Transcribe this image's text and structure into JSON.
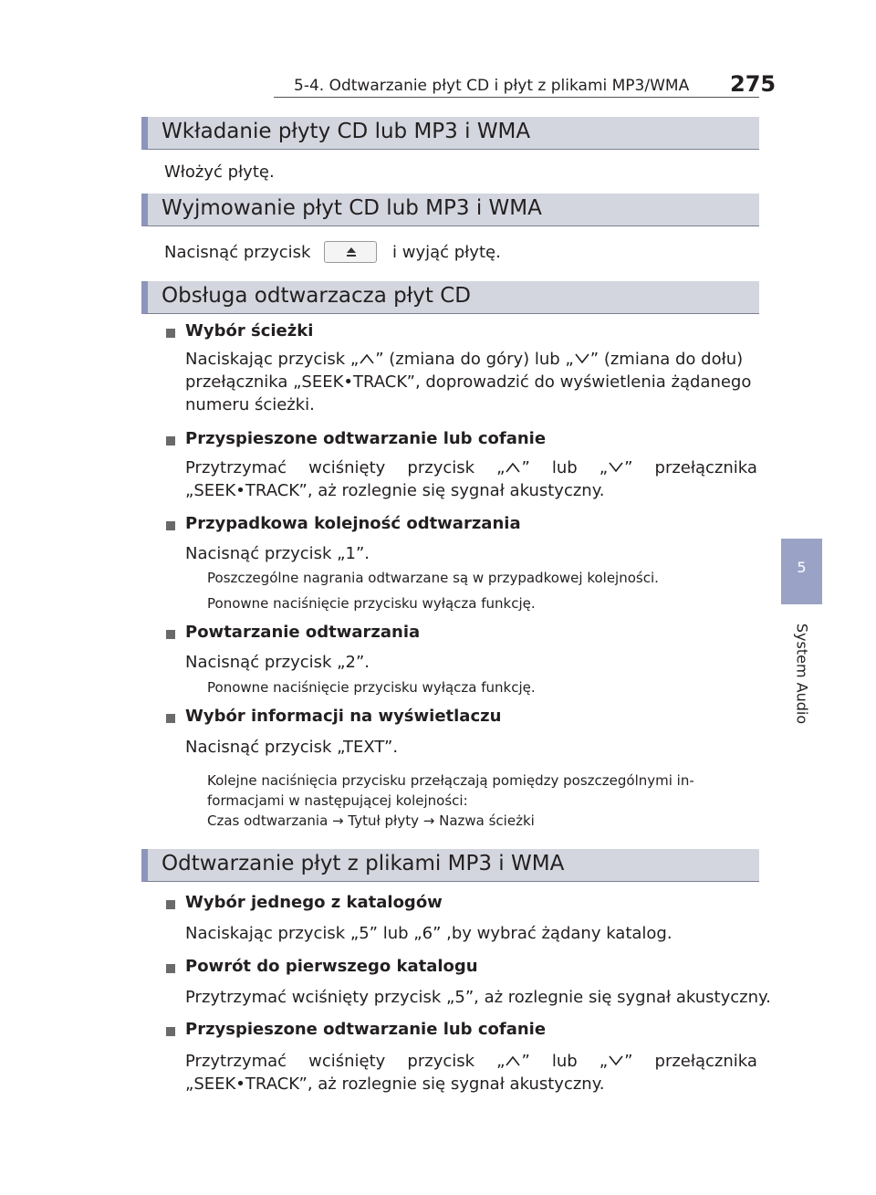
{
  "header": {
    "title": "5-4. Odtwarzanie płyt CD i płyt z plikami MP3/WMA",
    "page_number": "275"
  },
  "side_tab": {
    "number": "5",
    "label": "System Audio"
  },
  "sections": {
    "s1": {
      "title": "Wkładanie płyty CD lub MP3 i WMA",
      "text": "Włożyć płytę."
    },
    "s2": {
      "title": "Wyjmowanie płyt CD lub MP3 i WMA",
      "text_before": "Nacisnąć przycisk",
      "text_after": "i wyjąć płytę."
    },
    "s3": {
      "title": "Obsługa odtwarzacza płyt CD",
      "items": [
        {
          "heading": "Wybór ścieżki",
          "l1a": "Naciskając przycisk „",
          "l1b": "” (zmiana do góry) lub „",
          "l1c": "” (zmiana do dołu)",
          "l2": "przełącznika „SEEK•TRACK”, doprowadzić do wyświetlenia żądanego",
          "l3": "numeru ścieżki."
        },
        {
          "heading": "Przyspieszone odtwarzanie lub cofanie",
          "w1": "Przytrzymać",
          "w2": "wciśnięty",
          "w3": "przycisk",
          "w4": "„",
          "w5": "”",
          "w6": "lub",
          "w7": "„",
          "w8": "”",
          "w9": "przełącznika",
          "l2": "„SEEK•TRACK”, aż rozlegnie się sygnał akustyczny."
        },
        {
          "heading": "Przypadkowa kolejność odtwarzania",
          "l1": "Nacisnąć przycisk „1”.",
          "note1": "Poszczególne nagrania odtwarzane są w przypadkowej kolejności.",
          "note2": "Ponowne naciśnięcie przycisku wyłącza funkcję."
        },
        {
          "heading": "Powtarzanie odtwarzania",
          "l1": "Nacisnąć przycisk „2”.",
          "note1": "Ponowne naciśnięcie przycisku wyłącza funkcję."
        },
        {
          "heading": "Wybór informacji na wyświetlaczu",
          "l1": "Nacisnąć przycisk „TEXT”.",
          "note1": "Kolejne naciśnięcia przycisku przełączają pomiędzy poszczególnymi in-",
          "note2": "formacjami w następującej kolejności:",
          "note3a": "Czas odtwarzania",
          "arrow": "→",
          "note3b": "Tytuł płyty",
          "note3c": "Nazwa ścieżki"
        }
      ]
    },
    "s4": {
      "title": "Odtwarzanie płyt z plikami MP3 i WMA",
      "items": [
        {
          "heading": "Wybór jednego z katalogów",
          "l1": "Naciskając przycisk „5” lub „6” ,by wybrać żądany katalog."
        },
        {
          "heading": "Powrót do pierwszego katalogu",
          "l1": "Przytrzymać wciśnięty przycisk „5”, aż rozlegnie się sygnał akustyczny."
        },
        {
          "heading": "Przyspieszone odtwarzanie lub cofanie",
          "w1": "Przytrzymać",
          "w2": "wciśnięty",
          "w3": "przycisk",
          "w4": "„",
          "w5": "”",
          "w6": "lub",
          "w7": "„",
          "w8": "”",
          "w9": "przełącznika",
          "l2": "„SEEK•TRACK”, aż rozlegnie się sygnał akustyczny."
        }
      ]
    }
  },
  "icons": {
    "eject": "eject-icon",
    "up": "chevron-up-icon",
    "down": "chevron-down-icon",
    "bullet": "square-bullet-icon"
  }
}
